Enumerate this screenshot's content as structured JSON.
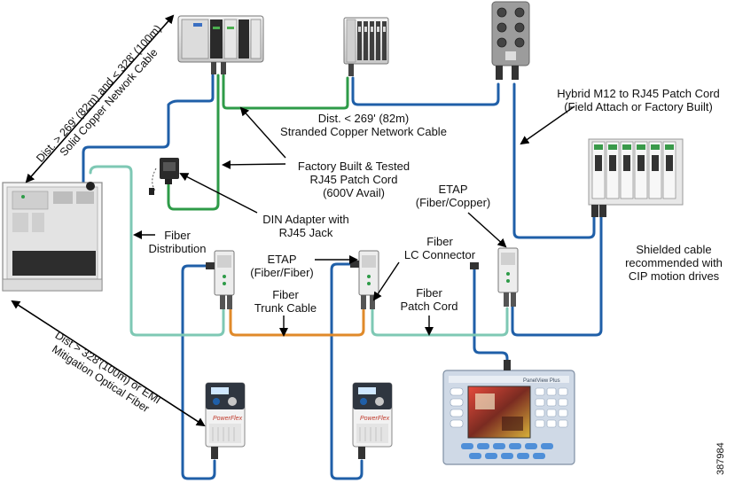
{
  "labels": {
    "solid_copper_1": "Dist. > 269' (82m) and < 328' (100m)",
    "solid_copper_2": "Solid Copper Network Cable",
    "stranded_1": "Dist. < 269' (82m)",
    "stranded_2": "Stranded Copper Network Cable",
    "factory_1": "Factory Built & Tested",
    "factory_2": "RJ45 Patch Cord",
    "factory_3": "(600V Avail)",
    "hybrid_1": "Hybrid M12 to RJ45 Patch Cord",
    "hybrid_2": "(Field Attach or Factory Built)",
    "din_1": "DIN Adapter with",
    "din_2": "RJ45 Jack",
    "fiberdist_1": "Fiber",
    "fiberdist_2": "Distribution",
    "etap_ff_1": "ETAP",
    "etap_ff_2": "(Fiber/Fiber)",
    "etap_fc_1": "ETAP",
    "etap_fc_2": "(Fiber/Copper)",
    "lc_1": "Fiber",
    "lc_2": "LC Connector",
    "trunk_1": "Fiber",
    "trunk_2": "Trunk Cable",
    "patch_1": "Fiber",
    "patch_2": "Patch Cord",
    "shielded_1": "Shielded cable",
    "shielded_2": "recommended with",
    "shielded_3": "CIP motion drives",
    "optical_1": "Dist > 328'(100m) or EMI",
    "optical_2": "Mitigation Optical Fiber",
    "figure_id": "387984",
    "powerflex_logo": "PowerFlex",
    "hmi_logo": "PanelView Plus"
  },
  "colors": {
    "copper_blue": "#1f5fa8",
    "copper_green": "#2e9b48",
    "fiber_aqua": "#7ec8b4",
    "fiber_orange": "#e08a2a",
    "yellow_cable": "#f0c419",
    "device_gray": "#d9d9d9"
  },
  "icons": [
    "controller-icon",
    "io-module-icon",
    "m12-io-block-icon",
    "drive-rack-icon",
    "enclosure-icon",
    "din-adapter-icon",
    "etap-icon",
    "powerflex-drive-icon",
    "hmi-panel-icon"
  ]
}
